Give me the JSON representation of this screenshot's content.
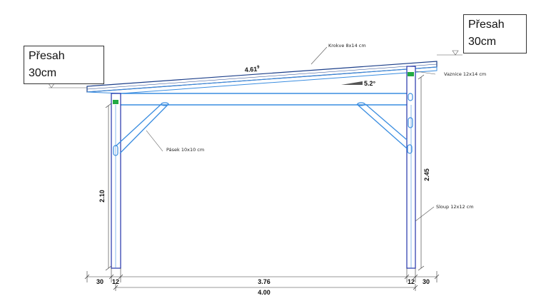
{
  "callouts": {
    "left": {
      "line1": "Přesah",
      "line2": "30cm"
    },
    "right": {
      "line1": "Přesah",
      "line2": "30cm"
    }
  },
  "labels": {
    "rafter": "Krokve 8x14 cm",
    "purlin": "Vaznice 12x14 cm",
    "brace": "Pásek 10x10 cm",
    "post": "Sloup 12x12 cm",
    "rafter_length": "4.61",
    "rafter_length_sup": "9",
    "slope": "5.2°"
  },
  "dimensions": {
    "left_post_height": "2.10",
    "right_post_height": "2.45",
    "overhang_left": "30",
    "post_left": "12",
    "inner_span": "3.76",
    "post_right": "12",
    "overhang_right": "30",
    "total_span": "4.00"
  },
  "colors": {
    "timber": "#3a8de0",
    "post_edge": "#2233aa",
    "joint": "#22aa44",
    "dim": "#333333"
  }
}
